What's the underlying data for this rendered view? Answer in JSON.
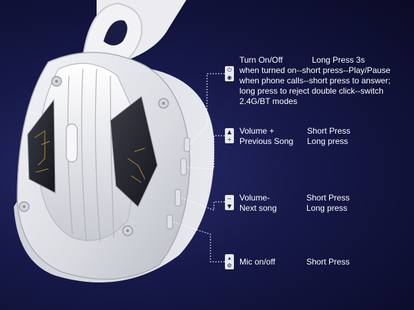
{
  "controls": {
    "power": {
      "title": "Turn On/Off",
      "title_action": "Long Press 3s",
      "line2": "when turned on--short press--Play/Pause",
      "line3": "when phone calls--short press to answer;",
      "line4": "long press to reject double click--switch",
      "line5": "2.4G/BT modes",
      "icon": "power-play-icon"
    },
    "volume_up": {
      "title": "Volume +",
      "title_action": "Short Press",
      "sub": "Previous Song",
      "sub_action": "Long press",
      "icon": "volume-up-icon"
    },
    "volume_down": {
      "title": "Volume-",
      "title_action": "Short Press",
      "sub": "Next song",
      "sub_action": "Long press",
      "icon": "volume-down-icon"
    },
    "mic": {
      "title": "Mic on/off",
      "title_action": "Short Press",
      "icon": "mic-icon"
    }
  },
  "colors": {
    "background": "#161848",
    "headphone_shell": "#e4e5ea",
    "leader_line": "#ffffff",
    "text": "#ffffff"
  }
}
